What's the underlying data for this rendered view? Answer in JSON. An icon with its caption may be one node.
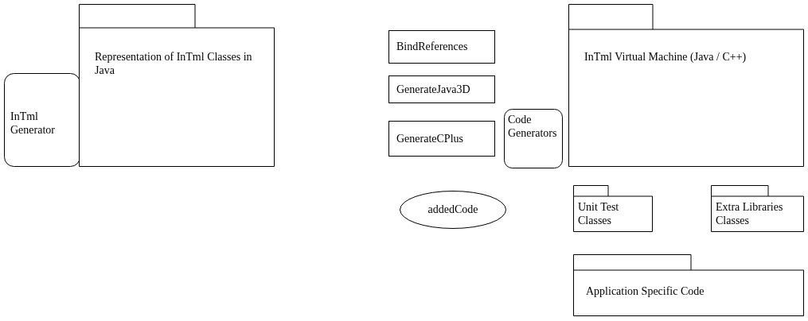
{
  "diagram": {
    "nodes": [
      {
        "text": [
          "InTml Generator"
        ]
      },
      {
        "text": [
          "Representation of InTml Classes in Java"
        ]
      },
      {
        "text": [
          "BindReferences"
        ]
      },
      {
        "text": [
          "GenerateJava3D"
        ]
      },
      {
        "text": [
          "GenerateCPlus"
        ]
      },
      {
        "text": [
          "Code Generators"
        ]
      },
      {
        "text": [
          "InTml Virtual Machine (Java / C++)"
        ]
      },
      {
        "text": [
          "addedCode"
        ]
      },
      {
        "text": [
          "Unit Test Classes"
        ]
      },
      {
        "text": [
          "Extra Libraries Classes"
        ]
      },
      {
        "text": [
          "Application Specific Code"
        ]
      }
    ],
    "edges": []
  }
}
